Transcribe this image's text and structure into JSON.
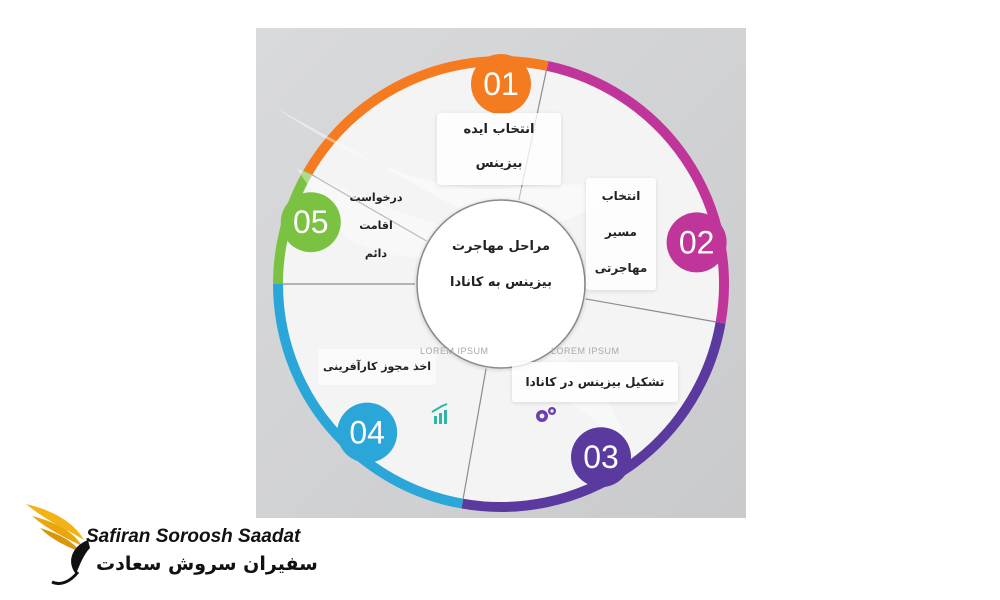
{
  "diagram": {
    "center_text_line1": "مراحل مهاجرت",
    "center_text_line2": "بیزینس به کانادا",
    "watermark": "LOREM IPSUM",
    "steps": [
      {
        "number": "01",
        "color": "#f47b20",
        "lines": [
          "انتخاب ایده",
          "بیزینس"
        ]
      },
      {
        "number": "02",
        "color": "#c0359a",
        "lines": [
          "انتخاب",
          "مسیر",
          "مهاجرتی"
        ]
      },
      {
        "number": "03",
        "color": "#5a3a9e",
        "lines": [
          "تشکیل بیزینس در کانادا"
        ]
      },
      {
        "number": "04",
        "color": "#2aa7d8",
        "lines": [
          "اخذ مجوز کارآفرینی"
        ]
      },
      {
        "number": "05",
        "color": "#7cc242",
        "lines": [
          "درخواست",
          "اقامت",
          "دائم"
        ]
      }
    ]
  },
  "brand": {
    "name_en": "Safiran Soroosh Saadat",
    "name_fa": "سفیران سروش سعادت",
    "accent": "#f2b316"
  }
}
